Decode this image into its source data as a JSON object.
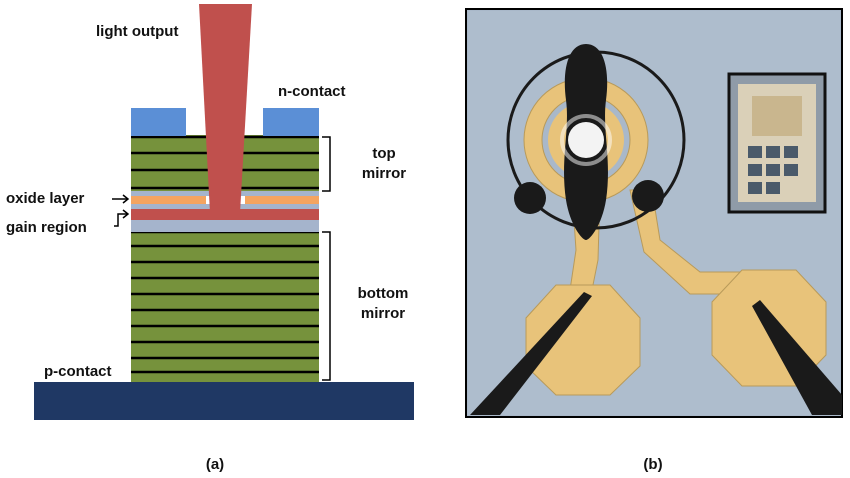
{
  "panel_a": {
    "labels": {
      "light_output": "light output",
      "n_contact": "n-contact",
      "top_mirror_line1": "top",
      "top_mirror_line2": "mirror",
      "oxide_layer": "oxide layer",
      "gain_region": "gain region",
      "bottom_mirror_line1": "bottom",
      "bottom_mirror_line2": "mirror",
      "p_contact": "p-contact"
    },
    "caption": "(a)",
    "colors": {
      "mirror_layer": "#76923c",
      "mirror_line": "#000000",
      "contact": "#5b8fd6",
      "beam": "#c0504d",
      "oxide": "#f4a460",
      "gain": "#c0504d",
      "spacer": "#a5b4cc",
      "substrate": "#1f3864"
    }
  },
  "panel_b": {
    "caption": "(b)",
    "description_icon": "device-micrograph",
    "colors": {
      "background": "#a9b8c9",
      "gold": "#e8c37a",
      "probe": "#1a1a1a",
      "frame": "#000000"
    }
  }
}
